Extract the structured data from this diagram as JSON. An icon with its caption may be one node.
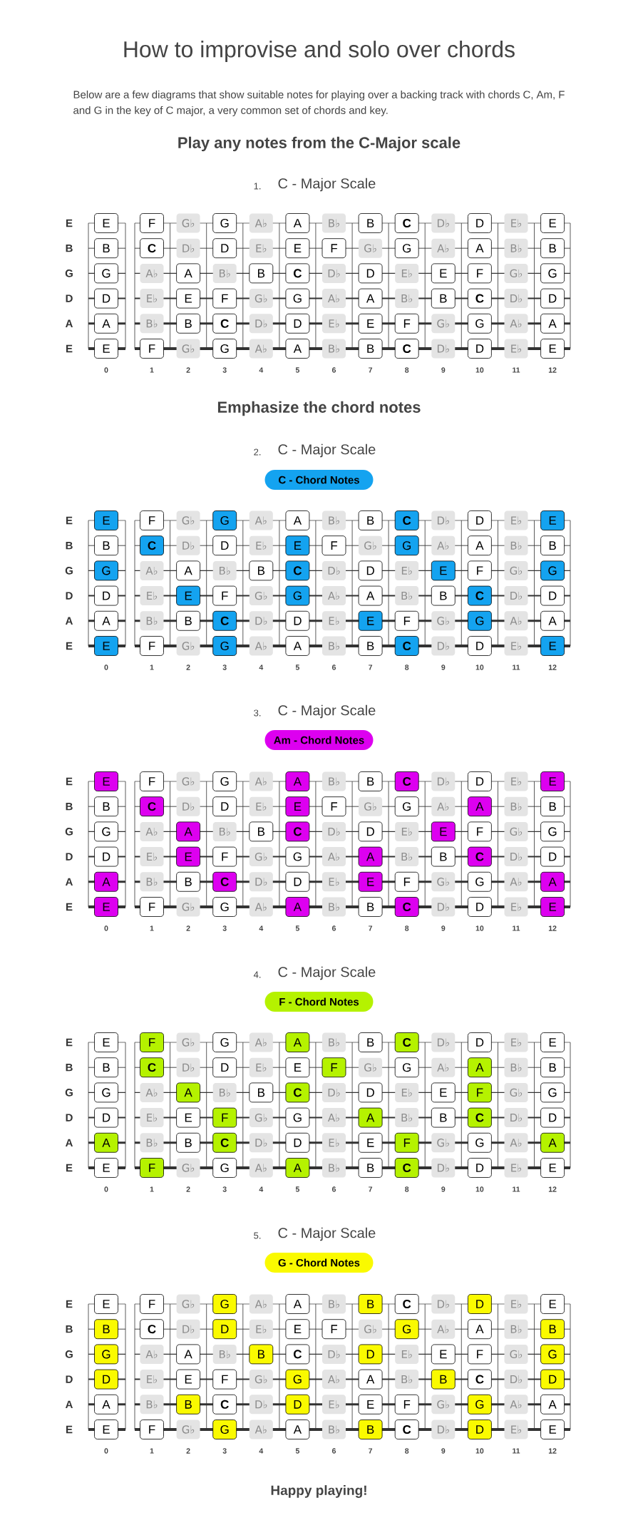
{
  "diagram": {
    "title": "How to improvise and solo over chords",
    "labels": [
      "Below are a few diagrams that show suitable notes for playing over a backing track with chords C, Am, F and G in the key of C major, a very common set of chords and key.",
      "Play any notes from the C-Major scale",
      "1.",
      "C - Major Scale",
      "E",
      "B",
      "G",
      "D",
      "A",
      "E",
      "0",
      "1",
      "2",
      "3",
      "4",
      "5",
      "6",
      "7",
      "8",
      "9",
      "10",
      "11",
      "12",
      "Emphasize the chord notes",
      "2.",
      "C - Major Scale",
      "E",
      "B",
      "G",
      "D",
      "A",
      "E",
      "0",
      "1",
      "2",
      "3",
      "4",
      "5",
      "6",
      "7",
      "8",
      "9",
      "10",
      "11",
      "12",
      "3.",
      "C - Major Scale",
      "E",
      "B",
      "G",
      "D",
      "A",
      "E",
      "0",
      "1",
      "2",
      "3",
      "4",
      "5",
      "6",
      "7",
      "8",
      "9",
      "10",
      "11",
      "12",
      "4.",
      "C - Major Scale",
      "E",
      "B",
      "G",
      "D",
      "A",
      "E",
      "0",
      "1",
      "2",
      "3",
      "4",
      "5",
      "6",
      "7",
      "8",
      "9",
      "10",
      "11",
      "12",
      "5.",
      "C - Major Scale",
      "E",
      "B",
      "G",
      "D",
      "A",
      "E",
      "0",
      "1",
      "2",
      "3",
      "4",
      "5",
      "6",
      "7",
      "8",
      "9",
      "10",
      "11",
      "12",
      "Happy playing!"
    ],
    "legend": [
      {
        "text": "C - Chord Notes",
        "color": "#14a3f0"
      },
      {
        "text": "Am - Chord Notes",
        "color": "#dd00f0"
      },
      {
        "text": "F - Chord Notes",
        "color": "#b5f200"
      },
      {
        "text": "G - Chord Notes",
        "color": "#fafa00"
      }
    ],
    "nodes": [
      {
        "text": [
          "E"
        ]
      },
      {
        "text": [
          "F"
        ]
      },
      {
        "text": [
          "G♭"
        ]
      },
      {
        "text": [
          "G"
        ]
      },
      {
        "text": [
          "A♭"
        ]
      },
      {
        "text": [
          "A"
        ]
      },
      {
        "text": [
          "B♭"
        ]
      },
      {
        "text": [
          "B"
        ]
      },
      {
        "text": [
          "C"
        ]
      },
      {
        "text": [
          "D♭"
        ]
      },
      {
        "text": [
          "D"
        ]
      },
      {
        "text": [
          "E♭"
        ]
      },
      {
        "text": [
          "E"
        ]
      },
      {
        "text": [
          "B"
        ]
      },
      {
        "text": [
          "C"
        ]
      },
      {
        "text": [
          "D♭"
        ]
      },
      {
        "text": [
          "D"
        ]
      },
      {
        "text": [
          "E♭"
        ]
      },
      {
        "text": [
          "E"
        ]
      },
      {
        "text": [
          "F"
        ]
      },
      {
        "text": [
          "G♭"
        ]
      },
      {
        "text": [
          "G"
        ]
      },
      {
        "text": [
          "A♭"
        ]
      },
      {
        "text": [
          "A"
        ]
      },
      {
        "text": [
          "B♭"
        ]
      },
      {
        "text": [
          "B"
        ]
      },
      {
        "text": [
          "G"
        ]
      },
      {
        "text": [
          "A♭"
        ]
      },
      {
        "text": [
          "A"
        ]
      },
      {
        "text": [
          "B♭"
        ]
      },
      {
        "text": [
          "B"
        ]
      },
      {
        "text": [
          "C"
        ]
      },
      {
        "text": [
          "D♭"
        ]
      },
      {
        "text": [
          "D"
        ]
      },
      {
        "text": [
          "E♭"
        ]
      },
      {
        "text": [
          "E"
        ]
      },
      {
        "text": [
          "F"
        ]
      },
      {
        "text": [
          "G♭"
        ]
      },
      {
        "text": [
          "G"
        ]
      },
      {
        "text": [
          "D"
        ]
      },
      {
        "text": [
          "E♭"
        ]
      },
      {
        "text": [
          "E"
        ]
      },
      {
        "text": [
          "F"
        ]
      },
      {
        "text": [
          "G♭"
        ]
      },
      {
        "text": [
          "G"
        ]
      },
      {
        "text": [
          "A♭"
        ]
      },
      {
        "text": [
          "A"
        ]
      },
      {
        "text": [
          "B♭"
        ]
      },
      {
        "text": [
          "B"
        ]
      },
      {
        "text": [
          "C"
        ]
      },
      {
        "text": [
          "D♭"
        ]
      },
      {
        "text": [
          "D"
        ]
      },
      {
        "text": [
          "A"
        ]
      },
      {
        "text": [
          "B♭"
        ]
      },
      {
        "text": [
          "B"
        ]
      },
      {
        "text": [
          "C"
        ]
      },
      {
        "text": [
          "D♭"
        ]
      },
      {
        "text": [
          "D"
        ]
      },
      {
        "text": [
          "E♭"
        ]
      },
      {
        "text": [
          "E"
        ]
      },
      {
        "text": [
          "F"
        ]
      },
      {
        "text": [
          "G♭"
        ]
      },
      {
        "text": [
          "G"
        ]
      },
      {
        "text": [
          "A♭"
        ]
      },
      {
        "text": [
          "A"
        ]
      },
      {
        "text": [
          "E"
        ]
      },
      {
        "text": [
          "F"
        ]
      },
      {
        "text": [
          "G♭"
        ]
      },
      {
        "text": [
          "G"
        ]
      },
      {
        "text": [
          "A♭"
        ]
      },
      {
        "text": [
          "A"
        ]
      },
      {
        "text": [
          "B♭"
        ]
      },
      {
        "text": [
          "B"
        ]
      },
      {
        "text": [
          "C"
        ]
      },
      {
        "text": [
          "D♭"
        ]
      },
      {
        "text": [
          "D"
        ]
      },
      {
        "text": [
          "E♭"
        ]
      },
      {
        "text": [
          "E"
        ]
      },
      {
        "text": [
          "E"
        ]
      },
      {
        "text": [
          "F"
        ]
      },
      {
        "text": [
          "G♭"
        ]
      },
      {
        "text": [
          "G"
        ]
      },
      {
        "text": [
          "A♭"
        ]
      },
      {
        "text": [
          "A"
        ]
      },
      {
        "text": [
          "B♭"
        ]
      },
      {
        "text": [
          "B"
        ]
      },
      {
        "text": [
          "C"
        ]
      },
      {
        "text": [
          "D♭"
        ]
      },
      {
        "text": [
          "D"
        ]
      },
      {
        "text": [
          "E♭"
        ]
      },
      {
        "text": [
          "E"
        ]
      },
      {
        "text": [
          "B"
        ]
      },
      {
        "text": [
          "C"
        ]
      },
      {
        "text": [
          "D♭"
        ]
      },
      {
        "text": [
          "D"
        ]
      },
      {
        "text": [
          "E♭"
        ]
      },
      {
        "text": [
          "E"
        ]
      },
      {
        "text": [
          "F"
        ]
      },
      {
        "text": [
          "G♭"
        ]
      },
      {
        "text": [
          "G"
        ]
      },
      {
        "text": [
          "A♭"
        ]
      },
      {
        "text": [
          "A"
        ]
      },
      {
        "text": [
          "B♭"
        ]
      },
      {
        "text": [
          "B"
        ]
      },
      {
        "text": [
          "G"
        ]
      },
      {
        "text": [
          "A♭"
        ]
      },
      {
        "text": [
          "A"
        ]
      },
      {
        "text": [
          "B♭"
        ]
      },
      {
        "text": [
          "B"
        ]
      },
      {
        "text": [
          "C"
        ]
      },
      {
        "text": [
          "D♭"
        ]
      },
      {
        "text": [
          "D"
        ]
      },
      {
        "text": [
          "E♭"
        ]
      },
      {
        "text": [
          "E"
        ]
      },
      {
        "text": [
          "F"
        ]
      },
      {
        "text": [
          "G♭"
        ]
      },
      {
        "text": [
          "G"
        ]
      },
      {
        "text": [
          "D"
        ]
      },
      {
        "text": [
          "E♭"
        ]
      },
      {
        "text": [
          "E"
        ]
      },
      {
        "text": [
          "F"
        ]
      },
      {
        "text": [
          "G♭"
        ]
      },
      {
        "text": [
          "G"
        ]
      },
      {
        "text": [
          "A♭"
        ]
      },
      {
        "text": [
          "A"
        ]
      },
      {
        "text": [
          "B♭"
        ]
      },
      {
        "text": [
          "B"
        ]
      },
      {
        "text": [
          "C"
        ]
      },
      {
        "text": [
          "D♭"
        ]
      },
      {
        "text": [
          "D"
        ]
      },
      {
        "text": [
          "A"
        ]
      },
      {
        "text": [
          "B♭"
        ]
      },
      {
        "text": [
          "B"
        ]
      },
      {
        "text": [
          "C"
        ]
      },
      {
        "text": [
          "D♭"
        ]
      },
      {
        "text": [
          "D"
        ]
      },
      {
        "text": [
          "E♭"
        ]
      },
      {
        "text": [
          "E"
        ]
      },
      {
        "text": [
          "F"
        ]
      },
      {
        "text": [
          "G♭"
        ]
      },
      {
        "text": [
          "G"
        ]
      },
      {
        "text": [
          "A♭"
        ]
      },
      {
        "text": [
          "A"
        ]
      },
      {
        "text": [
          "E"
        ]
      },
      {
        "text": [
          "F"
        ]
      },
      {
        "text": [
          "G♭"
        ]
      },
      {
        "text": [
          "G"
        ]
      },
      {
        "text": [
          "A♭"
        ]
      },
      {
        "text": [
          "A"
        ]
      },
      {
        "text": [
          "B♭"
        ]
      },
      {
        "text": [
          "B"
        ]
      },
      {
        "text": [
          "C"
        ]
      },
      {
        "text": [
          "D♭"
        ]
      },
      {
        "text": [
          "D"
        ]
      },
      {
        "text": [
          "E♭"
        ]
      },
      {
        "text": [
          "E"
        ]
      },
      {
        "text": [
          "E"
        ]
      },
      {
        "text": [
          "F"
        ]
      },
      {
        "text": [
          "G♭"
        ]
      },
      {
        "text": [
          "G"
        ]
      },
      {
        "text": [
          "A♭"
        ]
      },
      {
        "text": [
          "A"
        ]
      },
      {
        "text": [
          "B♭"
        ]
      },
      {
        "text": [
          "B"
        ]
      },
      {
        "text": [
          "C"
        ]
      },
      {
        "text": [
          "D♭"
        ]
      },
      {
        "text": [
          "D"
        ]
      },
      {
        "text": [
          "E♭"
        ]
      },
      {
        "text": [
          "E"
        ]
      },
      {
        "text": [
          "B"
        ]
      },
      {
        "text": [
          "C"
        ]
      },
      {
        "text": [
          "D♭"
        ]
      },
      {
        "text": [
          "D"
        ]
      },
      {
        "text": [
          "E♭"
        ]
      },
      {
        "text": [
          "E"
        ]
      },
      {
        "text": [
          "F"
        ]
      },
      {
        "text": [
          "G♭"
        ]
      },
      {
        "text": [
          "G"
        ]
      },
      {
        "text": [
          "A♭"
        ]
      },
      {
        "text": [
          "A"
        ]
      },
      {
        "text": [
          "B♭"
        ]
      },
      {
        "text": [
          "B"
        ]
      },
      {
        "text": [
          "G"
        ]
      },
      {
        "text": [
          "A♭"
        ]
      },
      {
        "text": [
          "A"
        ]
      },
      {
        "text": [
          "B♭"
        ]
      },
      {
        "text": [
          "B"
        ]
      },
      {
        "text": [
          "C"
        ]
      },
      {
        "text": [
          "D♭"
        ]
      },
      {
        "text": [
          "D"
        ]
      },
      {
        "text": [
          "E♭"
        ]
      },
      {
        "text": [
          "E"
        ]
      },
      {
        "text": [
          "F"
        ]
      },
      {
        "text": [
          "G♭"
        ]
      },
      {
        "text": [
          "G"
        ]
      },
      {
        "text": [
          "D"
        ]
      },
      {
        "text": [
          "E♭"
        ]
      },
      {
        "text": [
          "E"
        ]
      },
      {
        "text": [
          "F"
        ]
      },
      {
        "text": [
          "G♭"
        ]
      },
      {
        "text": [
          "G"
        ]
      },
      {
        "text": [
          "A♭"
        ]
      },
      {
        "text": [
          "A"
        ]
      },
      {
        "text": [
          "B♭"
        ]
      },
      {
        "text": [
          "B"
        ]
      },
      {
        "text": [
          "C"
        ]
      },
      {
        "text": [
          "D♭"
        ]
      },
      {
        "text": [
          "D"
        ]
      },
      {
        "text": [
          "A"
        ]
      },
      {
        "text": [
          "B♭"
        ]
      },
      {
        "text": [
          "B"
        ]
      },
      {
        "text": [
          "C"
        ]
      },
      {
        "text": [
          "D♭"
        ]
      },
      {
        "text": [
          "D"
        ]
      },
      {
        "text": [
          "E♭"
        ]
      },
      {
        "text": [
          "E"
        ]
      },
      {
        "text": [
          "F"
        ]
      },
      {
        "text": [
          "G♭"
        ]
      },
      {
        "text": [
          "G"
        ]
      },
      {
        "text": [
          "A♭"
        ]
      },
      {
        "text": [
          "A"
        ]
      },
      {
        "text": [
          "E"
        ]
      },
      {
        "text": [
          "F"
        ]
      },
      {
        "text": [
          "G♭"
        ]
      },
      {
        "text": [
          "G"
        ]
      },
      {
        "text": [
          "A♭"
        ]
      },
      {
        "text": [
          "A"
        ]
      },
      {
        "text": [
          "B♭"
        ]
      },
      {
        "text": [
          "B"
        ]
      },
      {
        "text": [
          "C"
        ]
      },
      {
        "text": [
          "D♭"
        ]
      },
      {
        "text": [
          "D"
        ]
      },
      {
        "text": [
          "E♭"
        ]
      },
      {
        "text": [
          "E"
        ]
      },
      {
        "text": [
          "E"
        ]
      },
      {
        "text": [
          "F"
        ]
      },
      {
        "text": [
          "G♭"
        ]
      },
      {
        "text": [
          "G"
        ]
      },
      {
        "text": [
          "A♭"
        ]
      },
      {
        "text": [
          "A"
        ]
      },
      {
        "text": [
          "B♭"
        ]
      },
      {
        "text": [
          "B"
        ]
      },
      {
        "text": [
          "C"
        ]
      },
      {
        "text": [
          "D♭"
        ]
      },
      {
        "text": [
          "D"
        ]
      },
      {
        "text": [
          "E♭"
        ]
      },
      {
        "text": [
          "E"
        ]
      },
      {
        "text": [
          "B"
        ]
      },
      {
        "text": [
          "C"
        ]
      },
      {
        "text": [
          "D♭"
        ]
      },
      {
        "text": [
          "D"
        ]
      },
      {
        "text": [
          "E♭"
        ]
      },
      {
        "text": [
          "E"
        ]
      },
      {
        "text": [
          "F"
        ]
      },
      {
        "text": [
          "G♭"
        ]
      },
      {
        "text": [
          "G"
        ]
      },
      {
        "text": [
          "A♭"
        ]
      },
      {
        "text": [
          "A"
        ]
      },
      {
        "text": [
          "B♭"
        ]
      },
      {
        "text": [
          "B"
        ]
      },
      {
        "text": [
          "G"
        ]
      },
      {
        "text": [
          "A♭"
        ]
      },
      {
        "text": [
          "A"
        ]
      },
      {
        "text": [
          "B♭"
        ]
      },
      {
        "text": [
          "B"
        ]
      },
      {
        "text": [
          "C"
        ]
      },
      {
        "text": [
          "D♭"
        ]
      },
      {
        "text": [
          "D"
        ]
      },
      {
        "text": [
          "E♭"
        ]
      },
      {
        "text": [
          "E"
        ]
      },
      {
        "text": [
          "F"
        ]
      },
      {
        "text": [
          "G♭"
        ]
      },
      {
        "text": [
          "G"
        ]
      },
      {
        "text": [
          "D"
        ]
      },
      {
        "text": [
          "E♭"
        ]
      },
      {
        "text": [
          "E"
        ]
      },
      {
        "text": [
          "F"
        ]
      },
      {
        "text": [
          "G♭"
        ]
      },
      {
        "text": [
          "G"
        ]
      },
      {
        "text": [
          "A♭"
        ]
      },
      {
        "text": [
          "A"
        ]
      },
      {
        "text": [
          "B♭"
        ]
      },
      {
        "text": [
          "B"
        ]
      },
      {
        "text": [
          "C"
        ]
      },
      {
        "text": [
          "D♭"
        ]
      },
      {
        "text": [
          "D"
        ]
      },
      {
        "text": [
          "A"
        ]
      },
      {
        "text": [
          "B♭"
        ]
      },
      {
        "text": [
          "B"
        ]
      },
      {
        "text": [
          "C"
        ]
      },
      {
        "text": [
          "D♭"
        ]
      },
      {
        "text": [
          "D"
        ]
      },
      {
        "text": [
          "E♭"
        ]
      },
      {
        "text": [
          "E"
        ]
      },
      {
        "text": [
          "F"
        ]
      },
      {
        "text": [
          "G♭"
        ]
      },
      {
        "text": [
          "G"
        ]
      },
      {
        "text": [
          "A♭"
        ]
      },
      {
        "text": [
          "A"
        ]
      },
      {
        "text": [
          "E"
        ]
      },
      {
        "text": [
          "F"
        ]
      },
      {
        "text": [
          "G♭"
        ]
      },
      {
        "text": [
          "G"
        ]
      },
      {
        "text": [
          "A♭"
        ]
      },
      {
        "text": [
          "A"
        ]
      },
      {
        "text": [
          "B♭"
        ]
      },
      {
        "text": [
          "B"
        ]
      },
      {
        "text": [
          "C"
        ]
      },
      {
        "text": [
          "D♭"
        ]
      },
      {
        "text": [
          "D"
        ]
      },
      {
        "text": [
          "E♭"
        ]
      },
      {
        "text": [
          "E"
        ]
      },
      {
        "text": [
          "E"
        ]
      },
      {
        "text": [
          "F"
        ]
      },
      {
        "text": [
          "G♭"
        ]
      },
      {
        "text": [
          "G"
        ]
      },
      {
        "text": [
          "A♭"
        ]
      },
      {
        "text": [
          "A"
        ]
      },
      {
        "text": [
          "B♭"
        ]
      },
      {
        "text": [
          "B"
        ]
      },
      {
        "text": [
          "C"
        ]
      },
      {
        "text": [
          "D♭"
        ]
      },
      {
        "text": [
          "D"
        ]
      },
      {
        "text": [
          "E♭"
        ]
      },
      {
        "text": [
          "E"
        ]
      },
      {
        "text": [
          "B"
        ]
      },
      {
        "text": [
          "C"
        ]
      },
      {
        "text": [
          "D♭"
        ]
      },
      {
        "text": [
          "D"
        ]
      },
      {
        "text": [
          "E♭"
        ]
      },
      {
        "text": [
          "E"
        ]
      },
      {
        "text": [
          "F"
        ]
      },
      {
        "text": [
          "G♭"
        ]
      },
      {
        "text": [
          "G"
        ]
      },
      {
        "text": [
          "A♭"
        ]
      },
      {
        "text": [
          "A"
        ]
      },
      {
        "text": [
          "B♭"
        ]
      },
      {
        "text": [
          "B"
        ]
      },
      {
        "text": [
          "G"
        ]
      },
      {
        "text": [
          "A♭"
        ]
      },
      {
        "text": [
          "A"
        ]
      },
      {
        "text": [
          "B♭"
        ]
      },
      {
        "text": [
          "B"
        ]
      },
      {
        "text": [
          "C"
        ]
      },
      {
        "text": [
          "D♭"
        ]
      },
      {
        "text": [
          "D"
        ]
      },
      {
        "text": [
          "E♭"
        ]
      },
      {
        "text": [
          "E"
        ]
      },
      {
        "text": [
          "F"
        ]
      },
      {
        "text": [
          "G♭"
        ]
      },
      {
        "text": [
          "G"
        ]
      },
      {
        "text": [
          "D"
        ]
      },
      {
        "text": [
          "E♭"
        ]
      },
      {
        "text": [
          "E"
        ]
      },
      {
        "text": [
          "F"
        ]
      },
      {
        "text": [
          "G♭"
        ]
      },
      {
        "text": [
          "G"
        ]
      },
      {
        "text": [
          "A♭"
        ]
      },
      {
        "text": [
          "A"
        ]
      },
      {
        "text": [
          "B♭"
        ]
      },
      {
        "text": [
          "B"
        ]
      },
      {
        "text": [
          "C"
        ]
      },
      {
        "text": [
          "D♭"
        ]
      },
      {
        "text": [
          "D"
        ]
      },
      {
        "text": [
          "A"
        ]
      },
      {
        "text": [
          "B♭"
        ]
      },
      {
        "text": [
          "B"
        ]
      },
      {
        "text": [
          "C"
        ]
      },
      {
        "text": [
          "D♭"
        ]
      },
      {
        "text": [
          "D"
        ]
      },
      {
        "text": [
          "E♭"
        ]
      },
      {
        "text": [
          "E"
        ]
      },
      {
        "text": [
          "F"
        ]
      },
      {
        "text": [
          "G♭"
        ]
      },
      {
        "text": [
          "G"
        ]
      },
      {
        "text": [
          "A♭"
        ]
      },
      {
        "text": [
          "A"
        ]
      },
      {
        "text": [
          "E"
        ]
      },
      {
        "text": [
          "F"
        ]
      },
      {
        "text": [
          "G♭"
        ]
      },
      {
        "text": [
          "G"
        ]
      },
      {
        "text": [
          "A♭"
        ]
      },
      {
        "text": [
          "A"
        ]
      },
      {
        "text": [
          "B♭"
        ]
      },
      {
        "text": [
          "B"
        ]
      },
      {
        "text": [
          "C"
        ]
      },
      {
        "text": [
          "D♭"
        ]
      },
      {
        "text": [
          "D"
        ]
      },
      {
        "text": [
          "E♭"
        ]
      },
      {
        "text": [
          "E"
        ]
      }
    ]
  }
}
